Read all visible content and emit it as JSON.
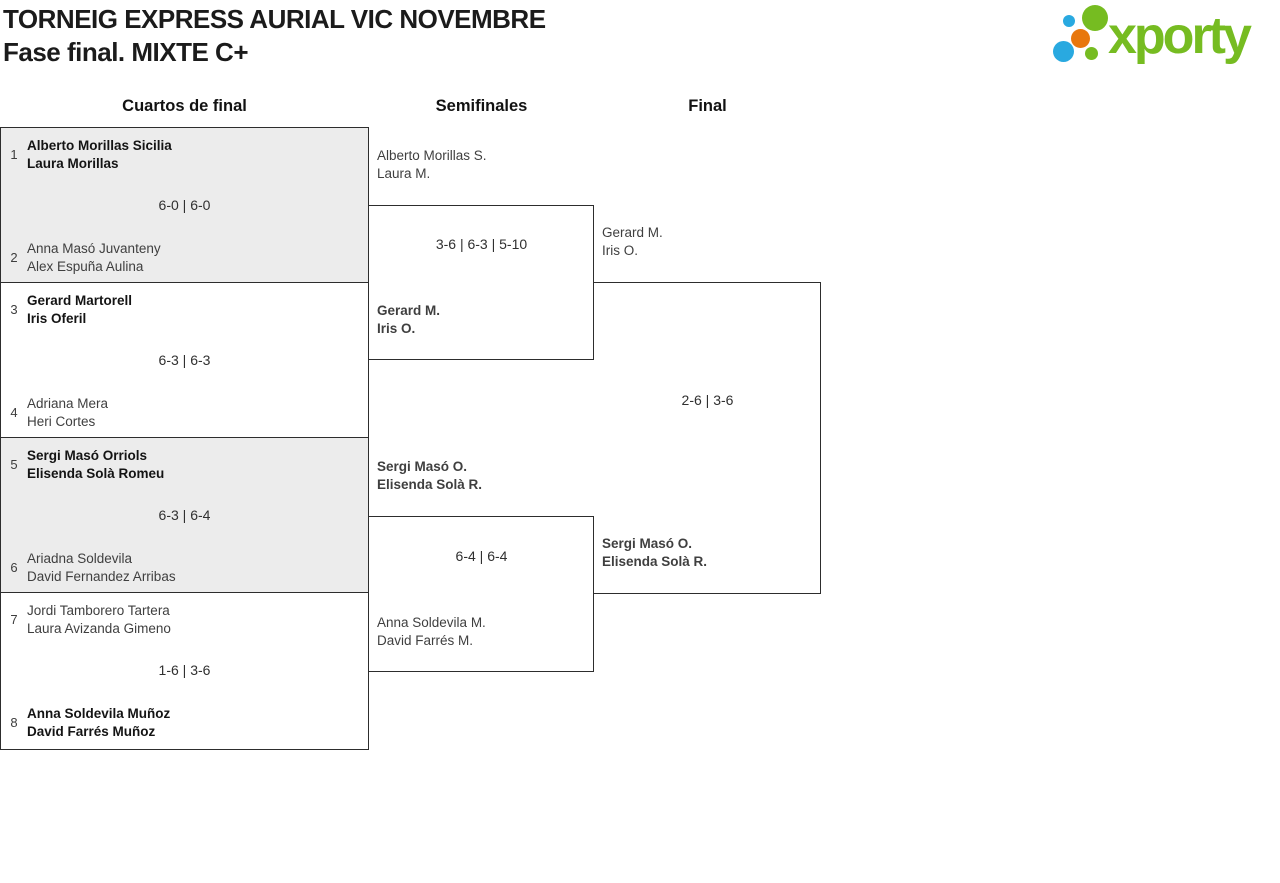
{
  "header": {
    "title": "TORNEIG EXPRESS AURIAL VIC NOVEMBRE",
    "subtitle": "Fase final. MIXTE C+"
  },
  "logo": {
    "text": "xporty",
    "green": "#76BC21",
    "blue": "#29A9E0",
    "orange": "#E8770D"
  },
  "round_headers": {
    "quarterfinals": "Cuartos de final",
    "semifinals": "Semifinales",
    "final": "Final"
  },
  "quarterfinals": [
    {
      "seed1": "1",
      "team1": {
        "line1": "Alberto Morillas Sicilia",
        "line2": "Laura Morillas",
        "winner": true
      },
      "score": "6-0 | 6-0",
      "seed2": "2",
      "team2": {
        "line1": "Anna Masó Juvanteny",
        "line2": "Alex Espuña Aulina",
        "winner": false
      }
    },
    {
      "seed1": "3",
      "team1": {
        "line1": "Gerard Martorell",
        "line2": "Iris Oferil",
        "winner": true
      },
      "score": "6-3 | 6-3",
      "seed2": "4",
      "team2": {
        "line1": "Adriana Mera",
        "line2": "Heri Cortes",
        "winner": false
      }
    },
    {
      "seed1": "5",
      "team1": {
        "line1": "Sergi Masó Orriols",
        "line2": "Elisenda Solà Romeu",
        "winner": true
      },
      "score": "6-3 | 6-4",
      "seed2": "6",
      "team2": {
        "line1": "Ariadna Soldevila",
        "line2": "David Fernandez Arribas",
        "winner": false
      }
    },
    {
      "seed1": "7",
      "team1": {
        "line1": "Jordi Tamborero Tartera",
        "line2": "Laura Avizanda Gimeno",
        "winner": false
      },
      "score": "1-6 | 3-6",
      "seed2": "8",
      "team2": {
        "line1": "Anna Soldevila Muñoz",
        "line2": "David Farrés Muñoz",
        "winner": true
      }
    }
  ],
  "semifinals": [
    {
      "team1": {
        "line1": "Alberto Morillas S.",
        "line2": "Laura M.",
        "winner": false
      },
      "score": "3-6 | 6-3 | 5-10",
      "team2": {
        "line1": "Gerard M.",
        "line2": "Iris O.",
        "winner": true
      }
    },
    {
      "team1": {
        "line1": "Sergi Masó O.",
        "line2": "Elisenda Solà R.",
        "winner": true
      },
      "score": "6-4 | 6-4",
      "team2": {
        "line1": "Anna Soldevila M.",
        "line2": "David Farrés M.",
        "winner": false
      }
    }
  ],
  "final": {
    "team1": {
      "line1": "Gerard M.",
      "line2": "Iris O.",
      "winner": false
    },
    "score": "2-6 | 3-6",
    "team2": {
      "line1": "Sergi Masó O.",
      "line2": "Elisenda Solà R.",
      "winner": true
    }
  }
}
